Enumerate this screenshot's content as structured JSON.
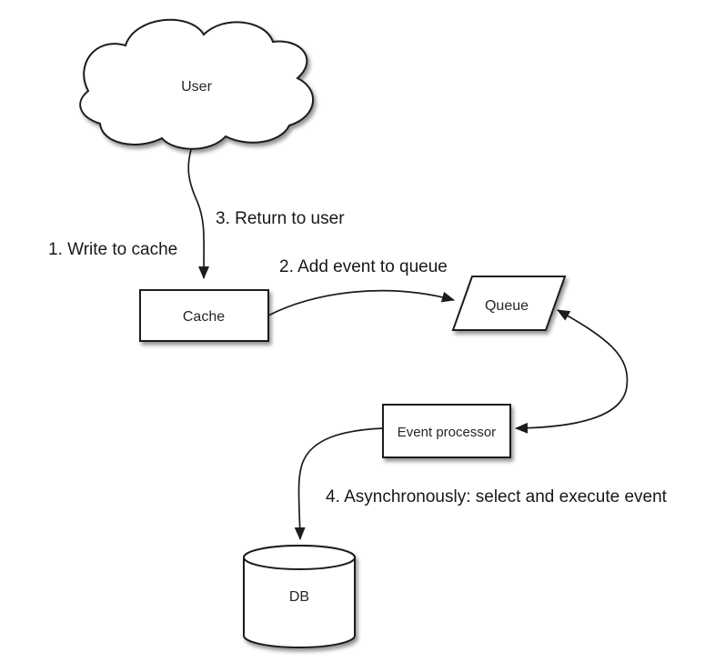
{
  "diagram": {
    "type": "flowchart",
    "background_color": "#ffffff",
    "stroke_color": "#1c1c1c",
    "text_color": "#23262e",
    "nodes": {
      "user": {
        "label": "User",
        "shape": "cloud"
      },
      "cache": {
        "label": "Cache",
        "shape": "rectangle"
      },
      "queue": {
        "label": "Queue",
        "shape": "parallelogram"
      },
      "event_processor": {
        "label": "Event processor",
        "shape": "rectangle"
      },
      "db": {
        "label": "DB",
        "shape": "cylinder"
      }
    },
    "edges": {
      "write_to_cache": {
        "label": "1. Write to cache",
        "from": "user",
        "to": "cache",
        "arrow": "single"
      },
      "add_event_to_queue": {
        "label": "2. Add event to queue",
        "from": "cache",
        "to": "queue",
        "arrow": "single"
      },
      "return_to_user": {
        "label": "3. Return to user",
        "from": "cache",
        "to": "user",
        "arrow": "single"
      },
      "async_execute": {
        "label": "4. Asynchronously: select and execute event",
        "from": "event_processor",
        "to": "db",
        "arrow": "single"
      },
      "queue_processor_link": {
        "label": "",
        "from": "queue",
        "to": "event_processor",
        "arrow": "double"
      }
    }
  }
}
